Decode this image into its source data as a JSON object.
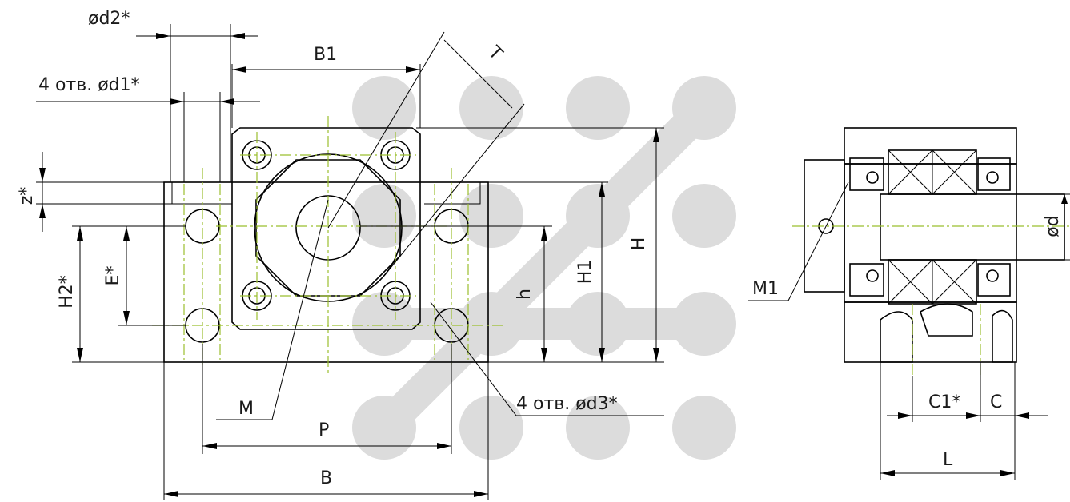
{
  "labels": {
    "d2": "ød2*",
    "d1": "4 отв. ød1*",
    "B1": "B1",
    "T": "T",
    "z": "z*",
    "H2": "H2*",
    "E": "E*",
    "h": "h",
    "H1": "H1",
    "H": "H",
    "M": "M",
    "P": "P",
    "B": "B",
    "d3": "4 отв. ød3*",
    "M1": "M1",
    "d": "ød",
    "C1": "C1*",
    "C": "C",
    "L": "L"
  },
  "colors": {
    "line": "#000000",
    "centerline": "#9bbf2e",
    "watermark": "#dcdcdc"
  }
}
